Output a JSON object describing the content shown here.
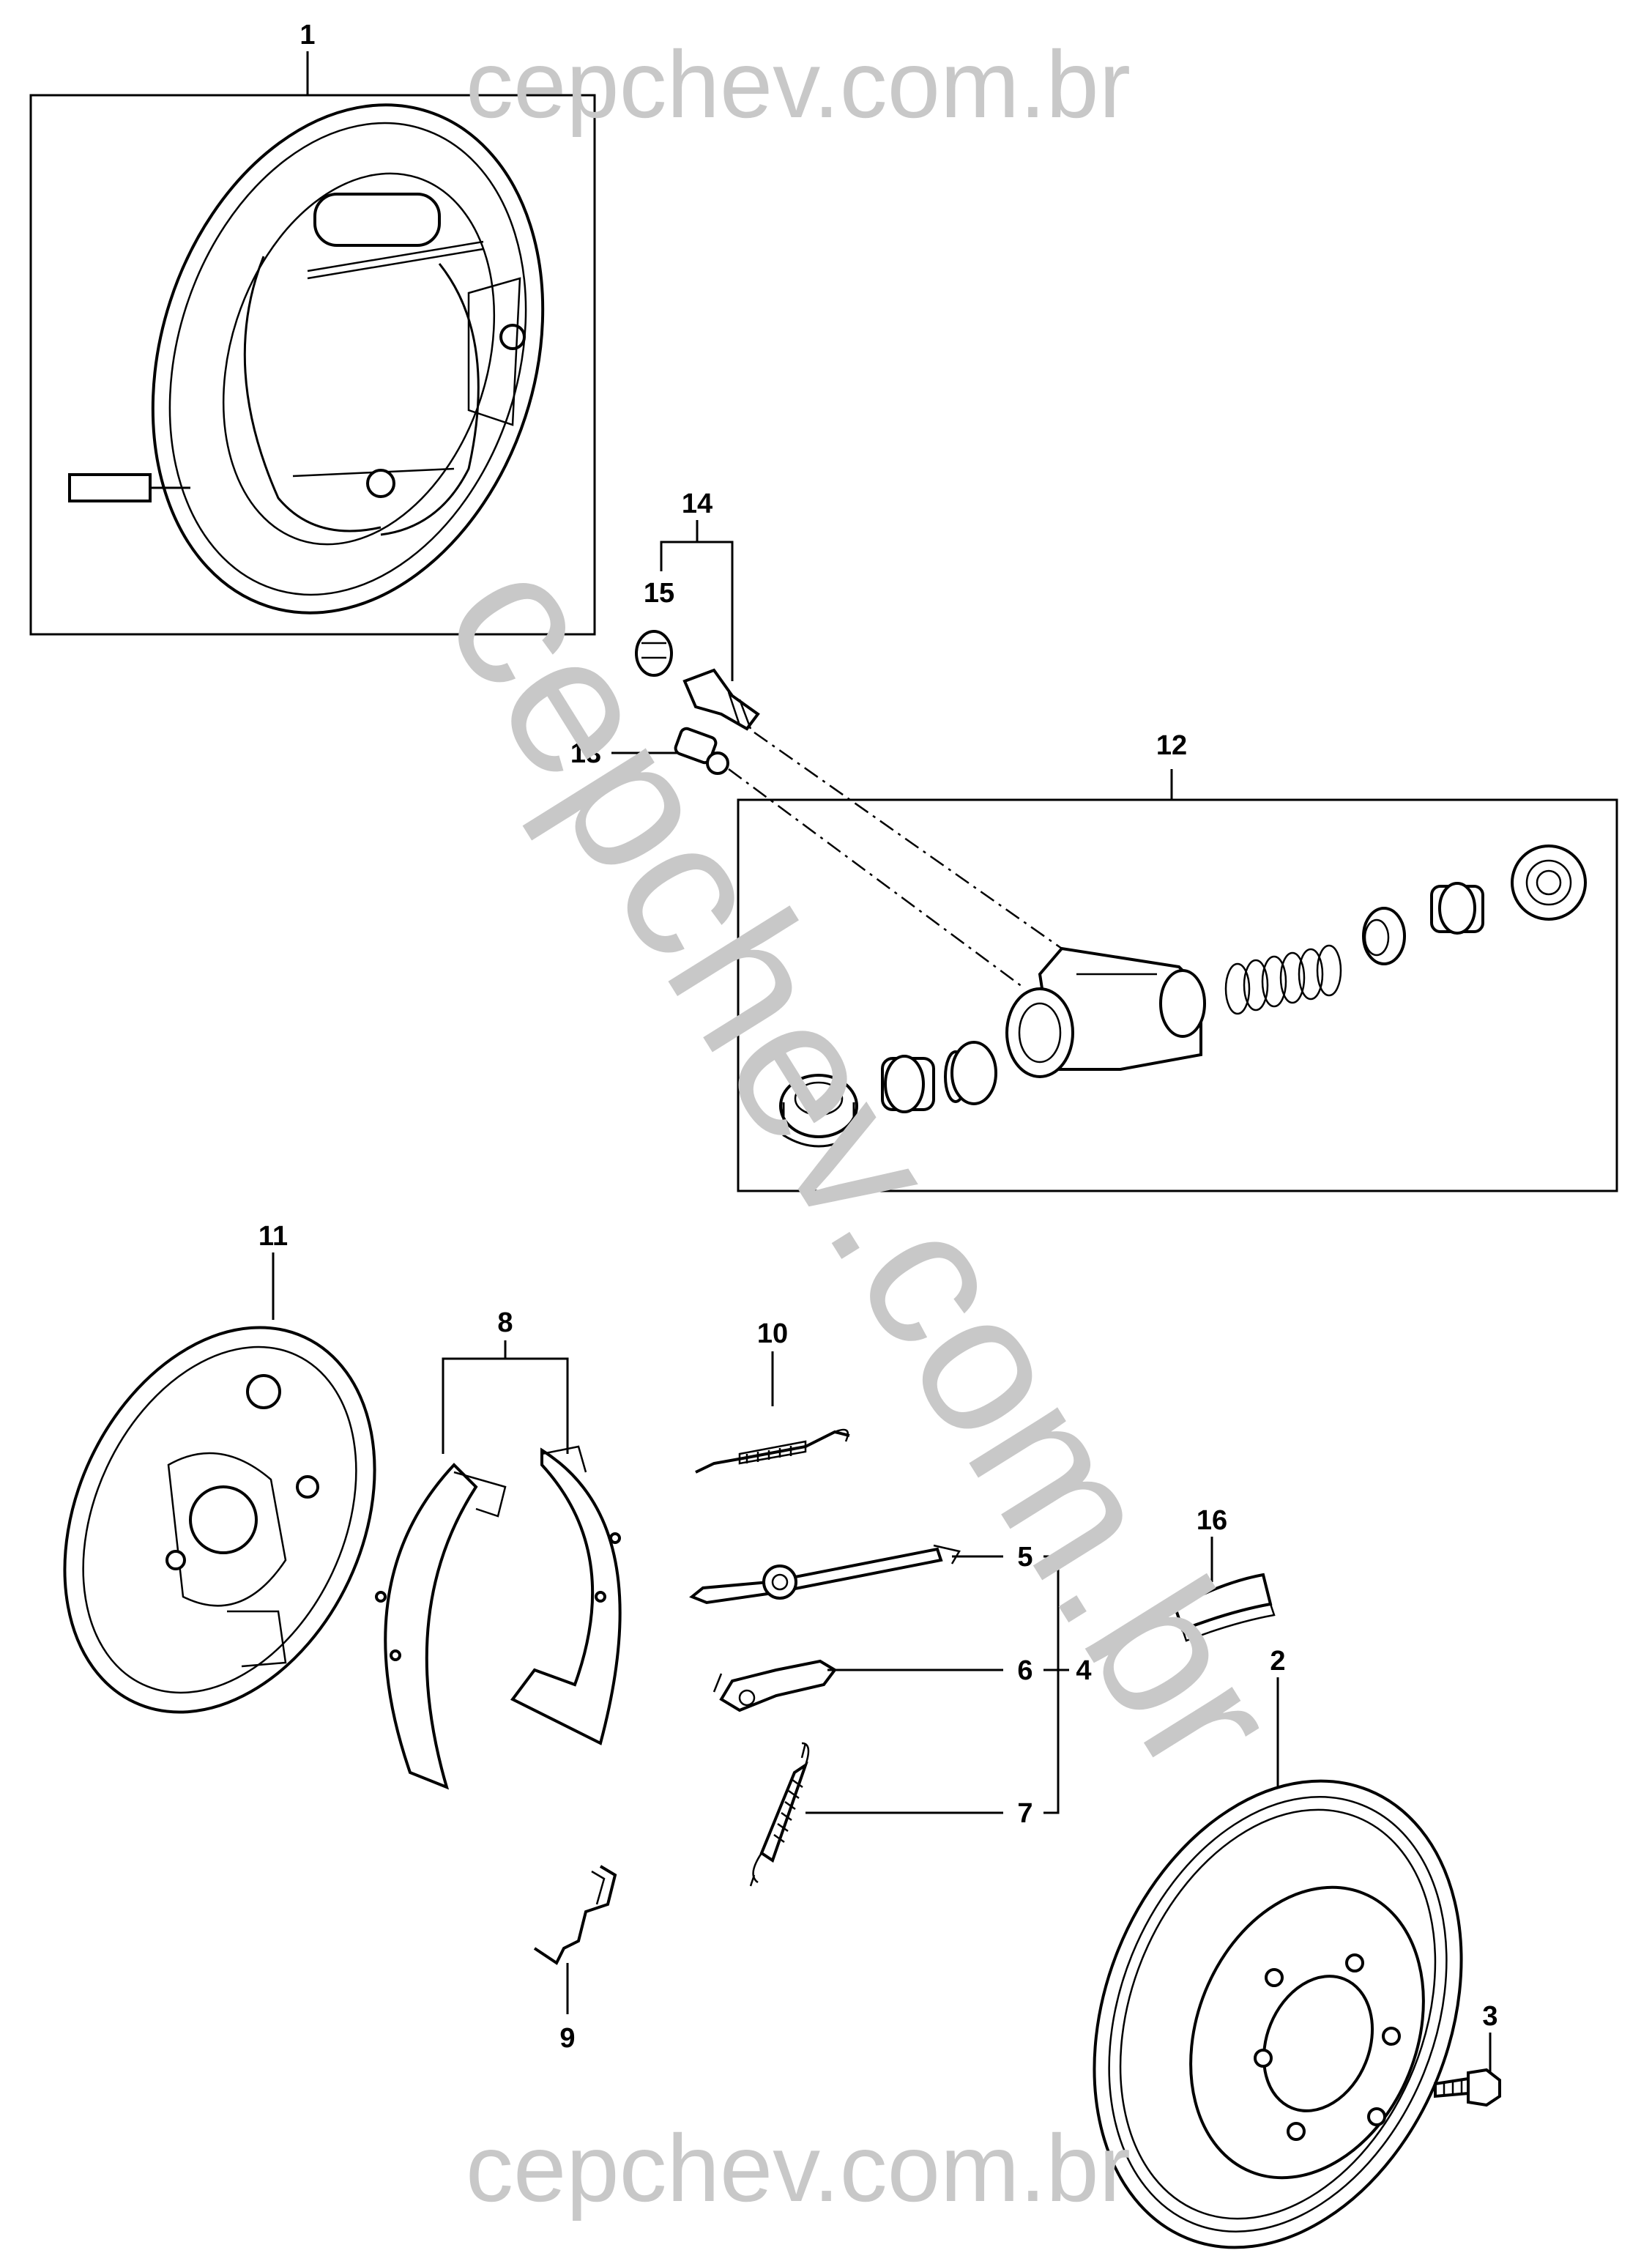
{
  "watermark": {
    "text": "cepchev.com.br",
    "color": "#c8c8c8"
  },
  "callouts": {
    "c1": "1",
    "c2": "2",
    "c3": "3",
    "c4": "4",
    "c5": "5",
    "c6": "6",
    "c7": "7",
    "c8": "8",
    "c9": "9",
    "c10": "10",
    "c11": "11",
    "c12": "12",
    "c13": "13",
    "c14": "14",
    "c15": "15",
    "c16": "16"
  },
  "parts": [
    {
      "ref": "1",
      "icon": "brake-assembly-icon"
    },
    {
      "ref": "2",
      "icon": "brake-drum-icon"
    },
    {
      "ref": "3",
      "icon": "bolt-icon"
    },
    {
      "ref": "4",
      "icon": "adjuster-kit-group"
    },
    {
      "ref": "5",
      "icon": "adjuster-strut-icon"
    },
    {
      "ref": "6",
      "icon": "adjuster-lever-icon"
    },
    {
      "ref": "7",
      "icon": "adjuster-spring-icon"
    },
    {
      "ref": "8",
      "icon": "brake-shoes-icon"
    },
    {
      "ref": "9",
      "icon": "hold-down-spring-icon"
    },
    {
      "ref": "10",
      "icon": "return-spring-icon"
    },
    {
      "ref": "11",
      "icon": "backing-plate-icon"
    },
    {
      "ref": "12",
      "icon": "wheel-cylinder-kit-icon"
    },
    {
      "ref": "13",
      "icon": "fitting-icon"
    },
    {
      "ref": "14",
      "icon": "bleeder-kit-group"
    },
    {
      "ref": "15",
      "icon": "bleeder-cap-icon"
    },
    {
      "ref": "16",
      "icon": "lining-segment-icon"
    }
  ]
}
